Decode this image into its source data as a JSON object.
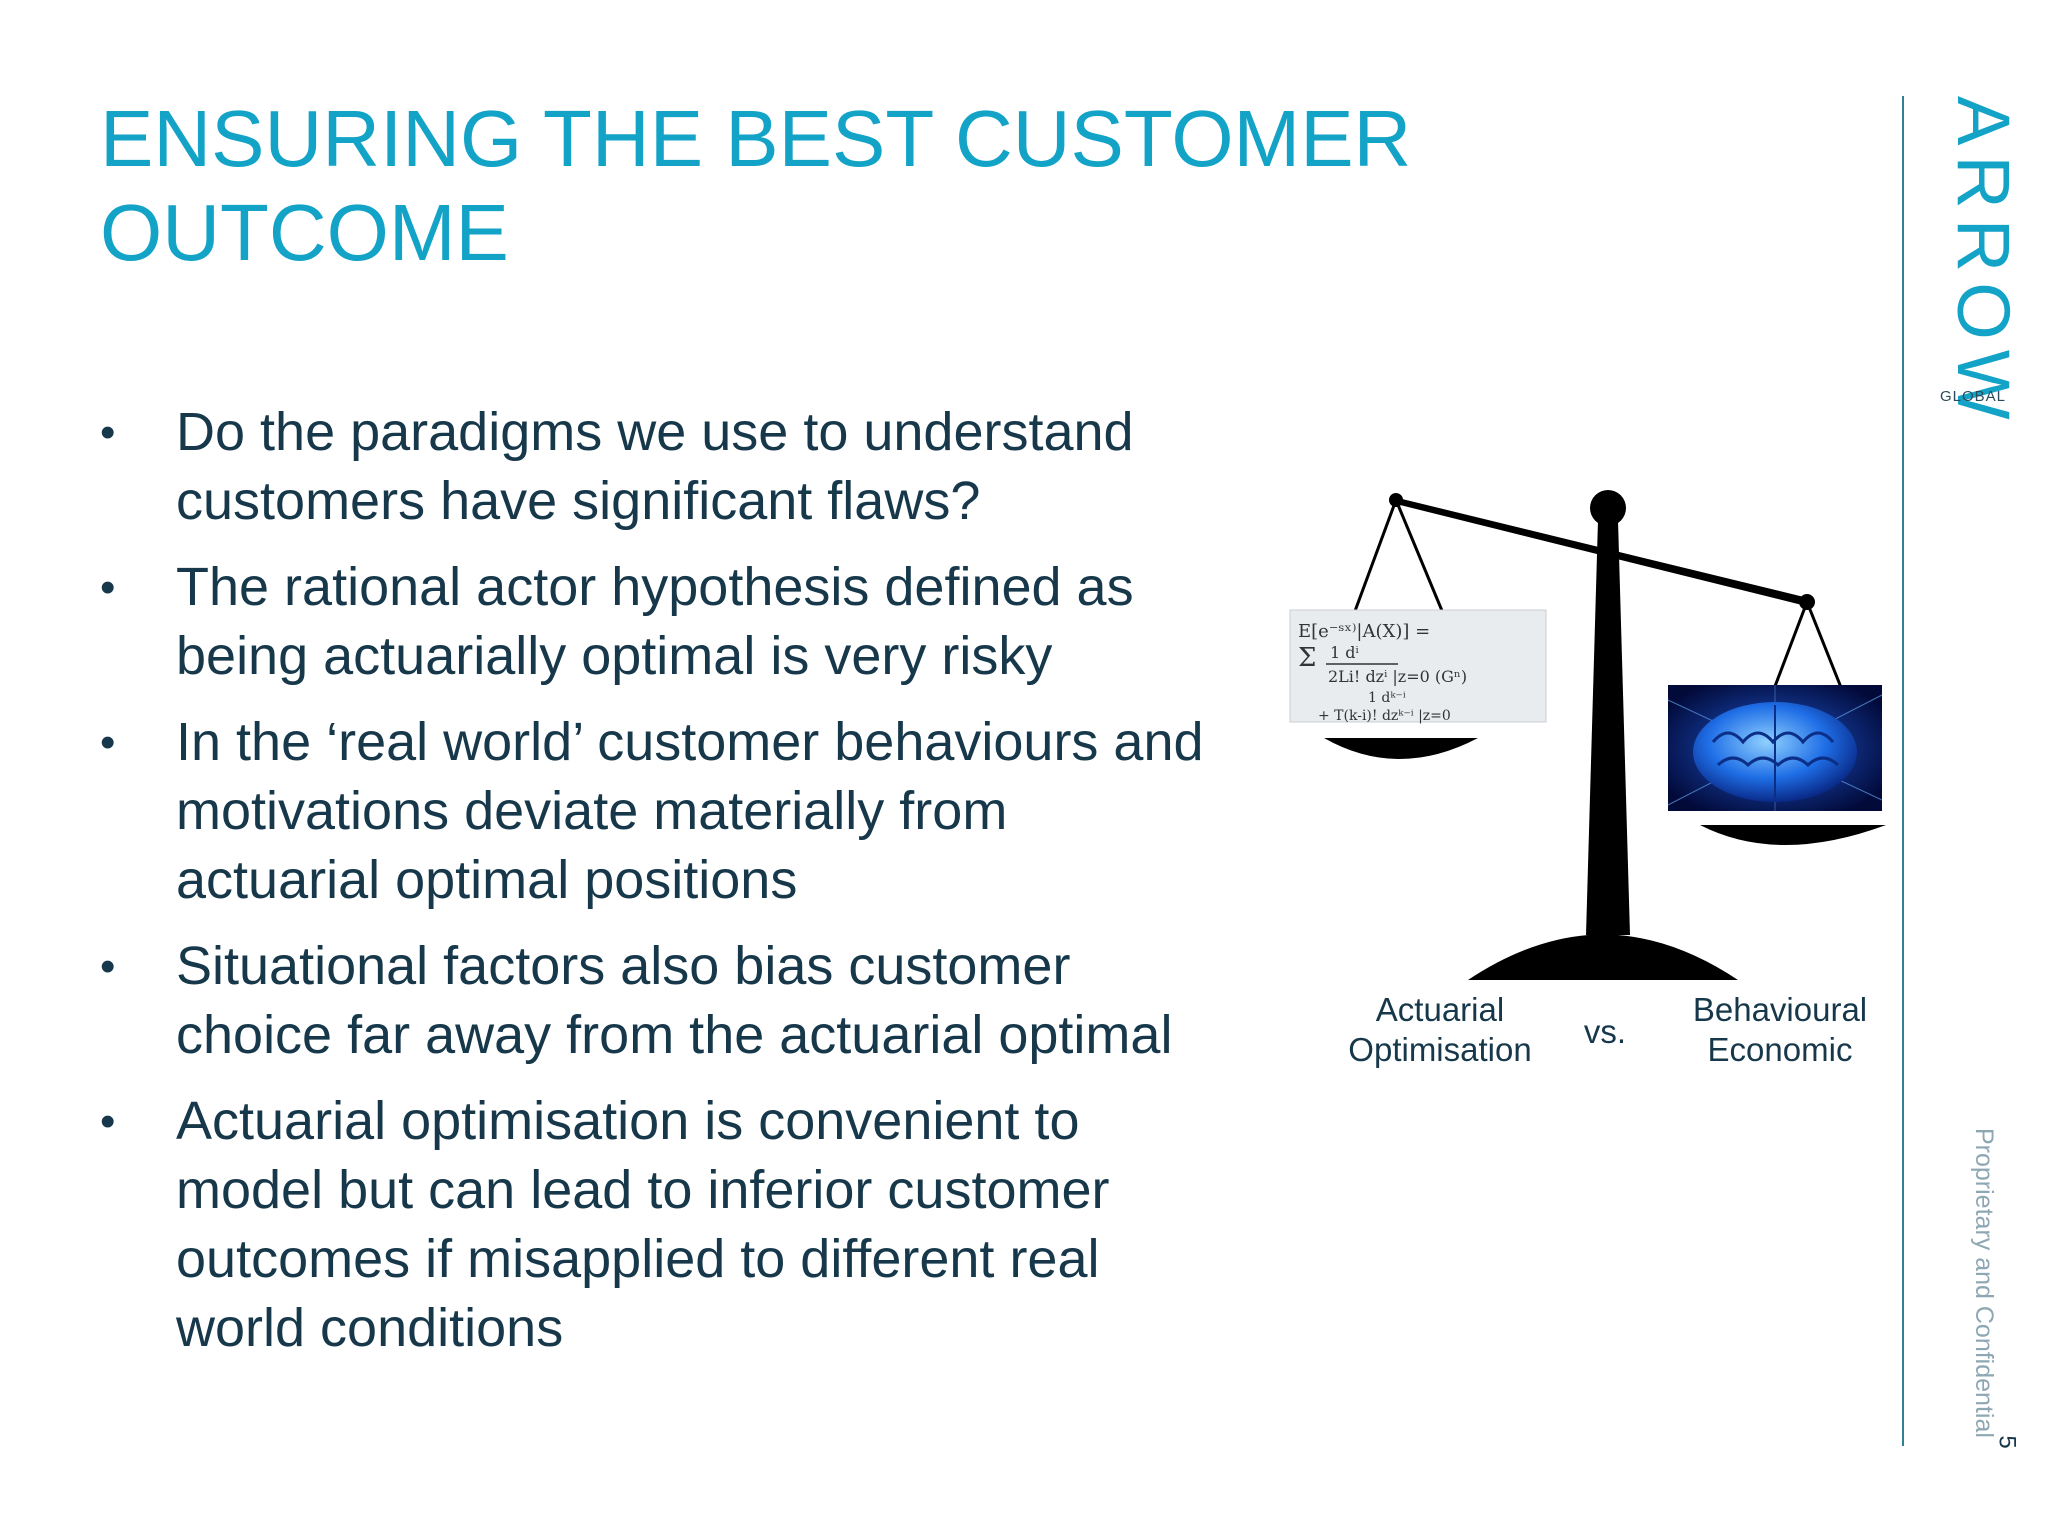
{
  "title": {
    "line1": "ENSURING THE BEST CUSTOMER",
    "line2": "OUTCOME"
  },
  "bullets": [
    {
      "marker": "•",
      "lines": [
        "Do the paradigms we use to understand",
        "customers have significant flaws?"
      ]
    },
    {
      "marker": "•",
      "lines": [
        "The rational actor hypothesis defined as",
        "being actuarially optimal is very risky"
      ]
    },
    {
      "marker": "•",
      "lines": [
        "In the ‘real world’ customer behaviours and",
        "motivations deviate materially from",
        "actuarial optimal positions"
      ]
    },
    {
      "marker": "•",
      "lines": [
        "Situational factors also bias customer",
        "choice far away from the actuarial optimal"
      ]
    },
    {
      "marker": "•",
      "lines": [
        "Actuarial optimisation is convenient to",
        "model but can lead to inferior customer",
        "outcomes if misapplied to different real",
        "world conditions"
      ]
    }
  ],
  "figure": {
    "left_label": [
      "Actuarial",
      "Optimisation"
    ],
    "vs_label": "vs.",
    "right_label": [
      "Behavioural",
      "Economic"
    ],
    "left_image_icon": "math-formula-image",
    "right_image_icon": "brain-image"
  },
  "brand": {
    "name": "ARROW",
    "sub": "GLOBAL",
    "color": "#12a3c7"
  },
  "footer": {
    "confidential": "Proprietary and Confidential",
    "page_number": "5"
  }
}
